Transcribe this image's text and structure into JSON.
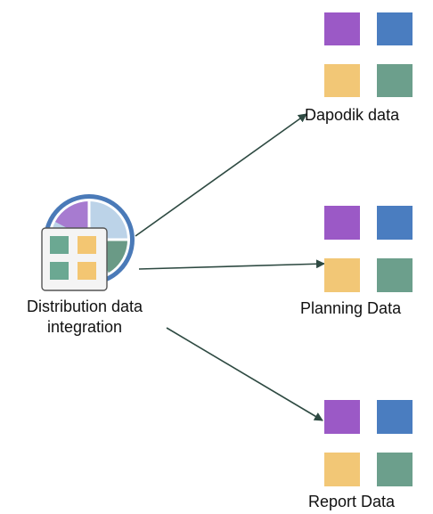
{
  "source": {
    "label_line1": "Distribution data",
    "label_line2": "integration",
    "icon": "pie-chart-with-grid-icon",
    "colors": {
      "ring": "#4a7ab8",
      "pie_light_blue": "#bcd3e8",
      "pie_purple": "#a77bd0",
      "pie_green": "#6a9a86",
      "grid_green": "#6ba892",
      "grid_yellow": "#f3c672"
    }
  },
  "targets": [
    {
      "id": "dapodik",
      "label": "Dapodik data",
      "icon": "four-color-grid-icon"
    },
    {
      "id": "planning",
      "label": "Planning Data",
      "icon": "four-color-grid-icon"
    },
    {
      "id": "report",
      "label": "Report Data",
      "icon": "four-color-grid-icon"
    }
  ],
  "tile_colors": {
    "purple": "#9b59c6",
    "blue": "#4a7dc0",
    "yellow": "#f2c776",
    "green": "#6c9f8c"
  },
  "arrow_color": "#2e4a42"
}
